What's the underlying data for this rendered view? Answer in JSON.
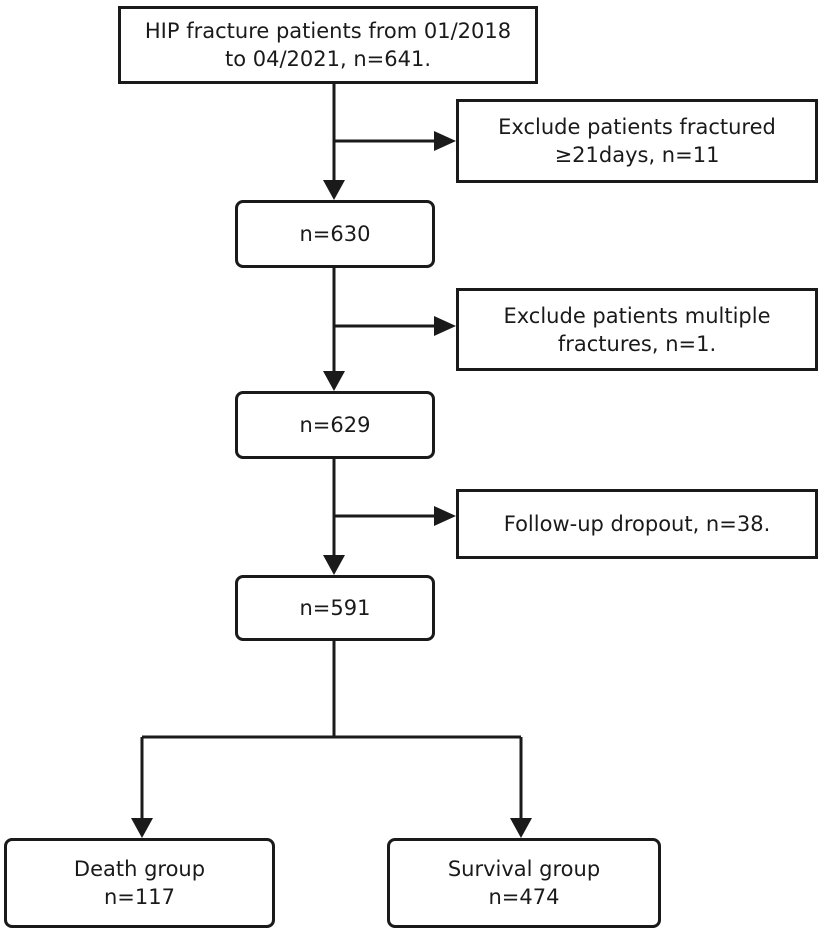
{
  "flowchart": {
    "start": {
      "line1": "HIP fracture patients from 01/2018",
      "line2": "to 04/2021, n=641."
    },
    "exclusion1": {
      "line1": "Exclude patients fractured",
      "line2": "≥21days, n=11"
    },
    "step1": {
      "label": "n=630"
    },
    "exclusion2": {
      "line1": "Exclude patients multiple",
      "line2": "fractures, n=1."
    },
    "step2": {
      "label": "n=629"
    },
    "exclusion3": {
      "label": "Follow-up dropout, n=38."
    },
    "step3": {
      "label": "n=591"
    },
    "death_group": {
      "line1": "Death group",
      "line2": "n=117"
    },
    "survival_group": {
      "line1": "Survival group",
      "line2": "n=474"
    }
  },
  "colors": {
    "line": "#1a1a1a",
    "box_fill": "#ffffff",
    "text": "#1a1a1a"
  }
}
